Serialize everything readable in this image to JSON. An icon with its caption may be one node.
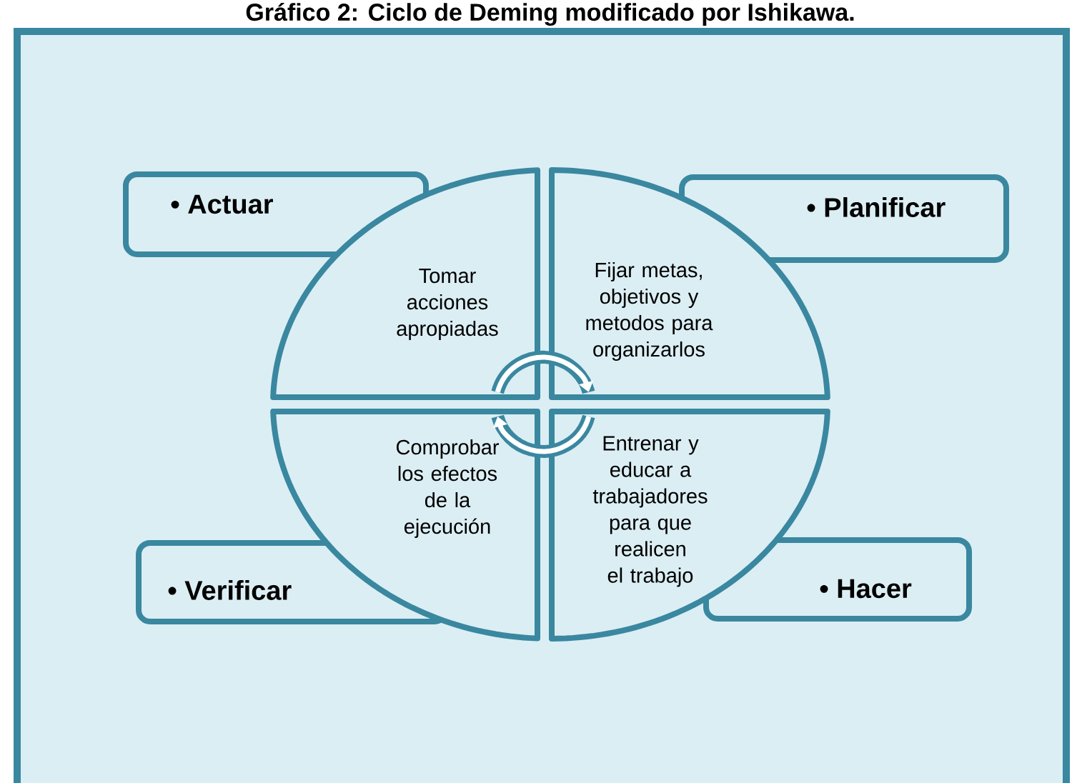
{
  "diagram": {
    "title": "Gráfico 2: Ciclo de Deming modificado por Ishikawa.",
    "nodes": [
      {
        "text": [
          "• Actuar"
        ]
      },
      {
        "text": [
          "• Planificar"
        ]
      },
      {
        "text": [
          "Tomar acciones apropiadas"
        ]
      },
      {
        "text": [
          "Fijar metas, objetivos y metodos para organizarlos"
        ]
      },
      {
        "text": [
          "Comprobar los efectos de la ejecución"
        ]
      },
      {
        "text": [
          "Entrenar y educar a trabajadores para que realicen el trabajo"
        ]
      },
      {
        "text": [
          "• Verificar"
        ]
      },
      {
        "text": [
          "• Hacer"
        ]
      }
    ],
    "edges": [
      {
        "from": 2,
        "to": 3,
        "arrow": "to"
      },
      {
        "from": 5,
        "to": 4,
        "arrow": "to"
      }
    ]
  }
}
